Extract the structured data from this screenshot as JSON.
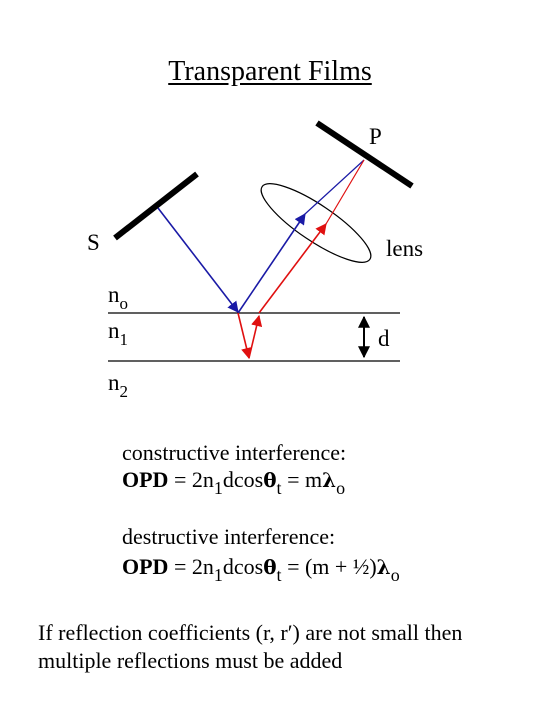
{
  "title": "Transparent Films",
  "diagram": {
    "label_P": "P",
    "label_S": "S",
    "label_lens": "lens",
    "label_d": "d",
    "n0": {
      "base": "n",
      "sub": "o"
    },
    "n1": {
      "base": "n",
      "sub": "1"
    },
    "n2": {
      "base": "n",
      "sub": "2"
    },
    "colors": {
      "incident": "#1a1aa6",
      "film_ray": "#e01010",
      "lines": "#000000"
    }
  },
  "constructive": {
    "heading": "constructive interference:",
    "opd": "OPD",
    "eq_a": " = 2n",
    "sub_1": "1",
    "eq_b": "dcos",
    "theta": "θ",
    "sub_t": "t",
    "eq_c": " = m",
    "lambda": "λ",
    "sub_o": "o"
  },
  "destructive": {
    "heading": "destructive interference:",
    "opd": "OPD",
    "eq_a": " = 2n",
    "sub_1": "1",
    "eq_b": "dcos",
    "theta": "θ",
    "sub_t": "t",
    "eq_c": " = (m + ½)",
    "lambda": "λ",
    "sub_o": "o"
  },
  "footer": {
    "line1": "If reflection coefficients (r, r′) are not small then",
    "line2": "multiple reflections must be added"
  }
}
